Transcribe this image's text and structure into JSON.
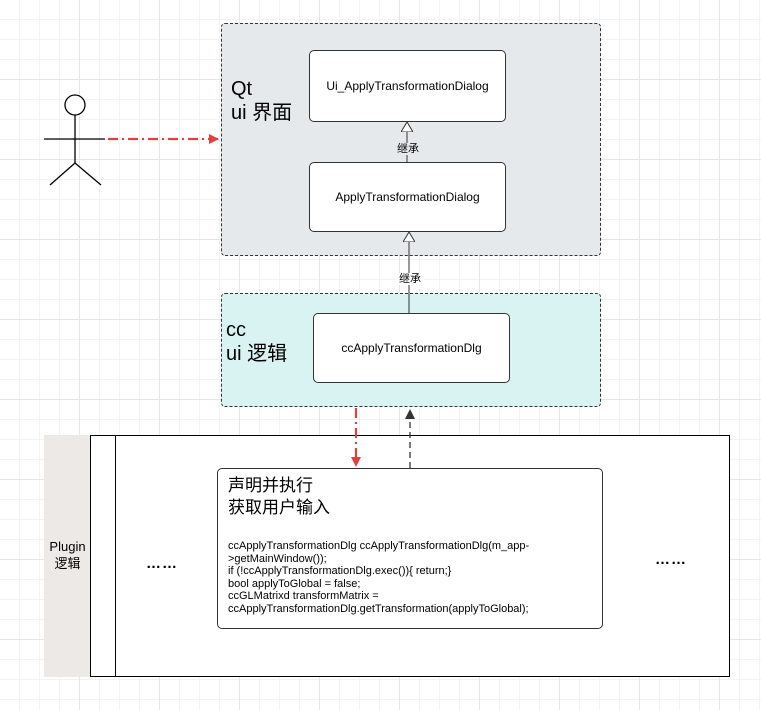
{
  "groups": {
    "qt": {
      "title_line1": "Qt",
      "title_line2": "ui 界面",
      "fill": "#e6e9ec"
    },
    "cc": {
      "title_line1": "cc",
      "title_line2": "ui 逻辑",
      "fill": "#d9f2f2"
    }
  },
  "nodes": {
    "ui_dialog": "Ui_ApplyTransformationDialog",
    "apply_dialog": "ApplyTransformationDialog",
    "cc_dialog": "ccApplyTransformationDlg"
  },
  "edges": {
    "inherit_1": "继承",
    "inherit_2": "继承"
  },
  "pool": {
    "label_line1": "Plugin",
    "label_line2": "逻辑",
    "header_fill": "#ede9e6"
  },
  "code": {
    "title_line1": "声明并执行",
    "title_line2": "获取用户输入",
    "lines": [
      "ccApplyTransformationDlg ccApplyTransformationDlg(m_app-",
      ">getMainWindow());",
      "if (!ccApplyTransformationDlg.exec()){ return;}",
      "bool applyToGlobal = false;",
      "ccGLMatrixd transformMatrix =",
      "ccApplyTransformationDlg.getTransformation(applyToGlobal);"
    ]
  },
  "ellipsis_left": "……",
  "ellipsis_right": "……",
  "colors": {
    "red_arrow": "#e0413e",
    "dark_arrow": "#333333"
  }
}
